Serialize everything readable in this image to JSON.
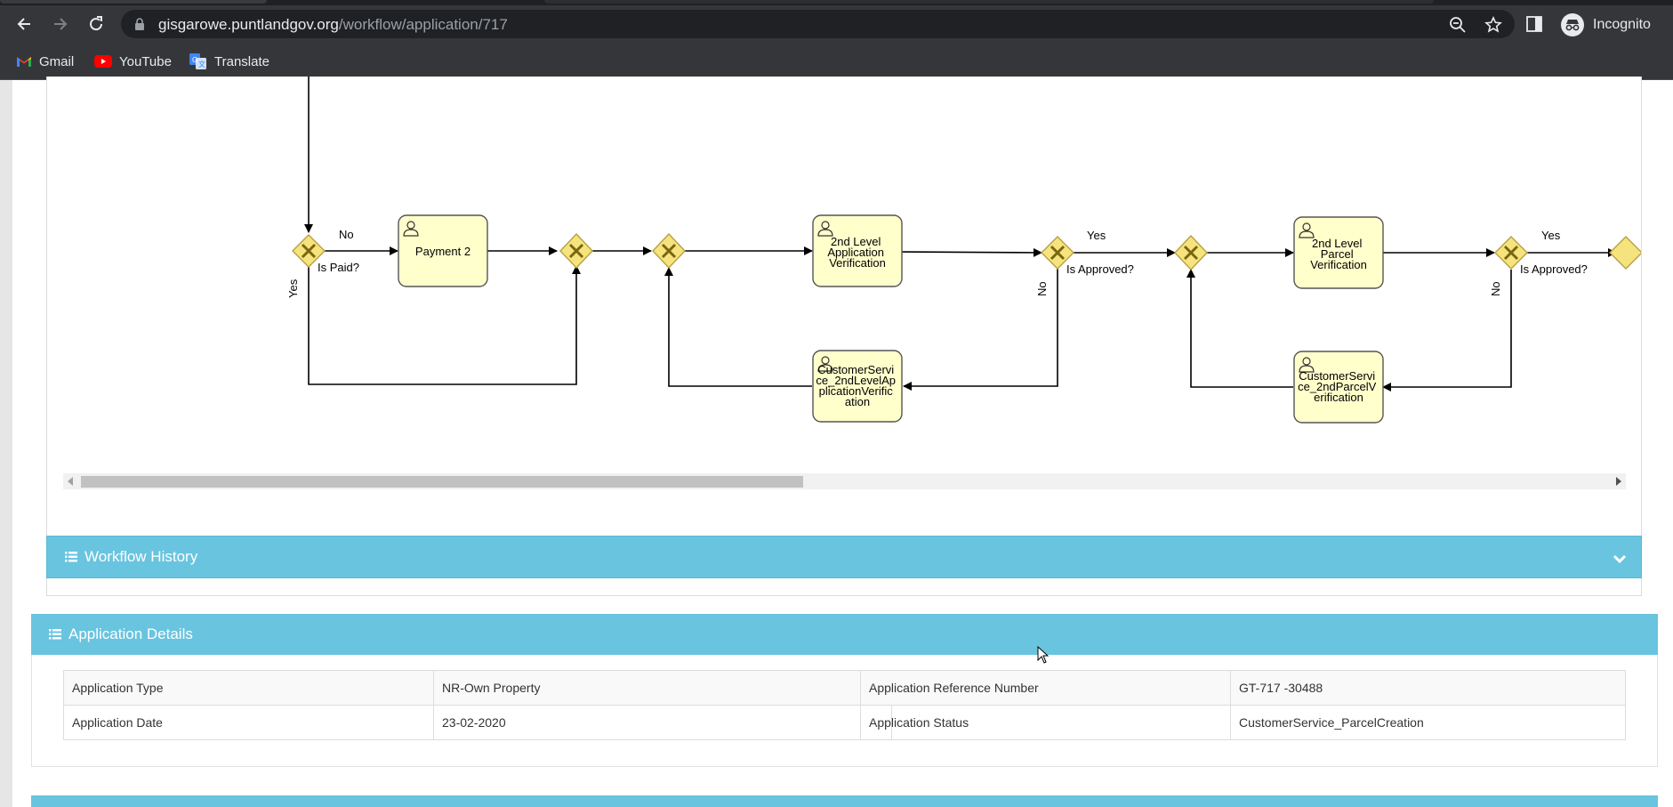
{
  "browser": {
    "url_host": "gisgarowe.puntlandgov.org",
    "url_path": "/workflow/application/717",
    "profile_label": "Incognito",
    "bookmarks": [
      {
        "label": "Gmail",
        "icon": "gmail-icon"
      },
      {
        "label": "YouTube",
        "icon": "youtube-icon"
      },
      {
        "label": "Translate",
        "icon": "translate-icon"
      }
    ]
  },
  "diagram": {
    "tasks": {
      "payment2": "Payment 2",
      "level2_app_verif": [
        "2nd Level",
        "Application",
        "Verification"
      ],
      "level2_parcel_verif": [
        "2nd Level",
        "Parcel",
        "Verification"
      ],
      "cs_2nd_level_app": [
        "CustomerServi",
        "ce_2ndLevelAp",
        "plicationVerific",
        "ation"
      ],
      "cs_2nd_parcel": [
        "CustomerServi",
        "ce_2ndParcelV",
        "erification"
      ]
    },
    "labels": {
      "no_1": "No",
      "yes_1": "Yes",
      "is_paid": "Is Paid?",
      "yes_2": "Yes",
      "no_2": "No",
      "is_approved_1": "Is Approved?",
      "yes_3": "Yes",
      "no_3": "No",
      "is_approved_2": "Is Approved?"
    }
  },
  "sections": {
    "workflow_history": "Workflow History",
    "application_details": "Application Details"
  },
  "details": {
    "left": [
      {
        "key": "Application Type",
        "value": "NR-Own Property"
      },
      {
        "key": "Application Date",
        "value": "23-02-2020"
      }
    ],
    "right": [
      {
        "key": "Application Reference Number",
        "value": "GT-717 -30488"
      },
      {
        "key": "Application Status",
        "value": "CustomerService_ParcelCreation"
      }
    ]
  }
}
